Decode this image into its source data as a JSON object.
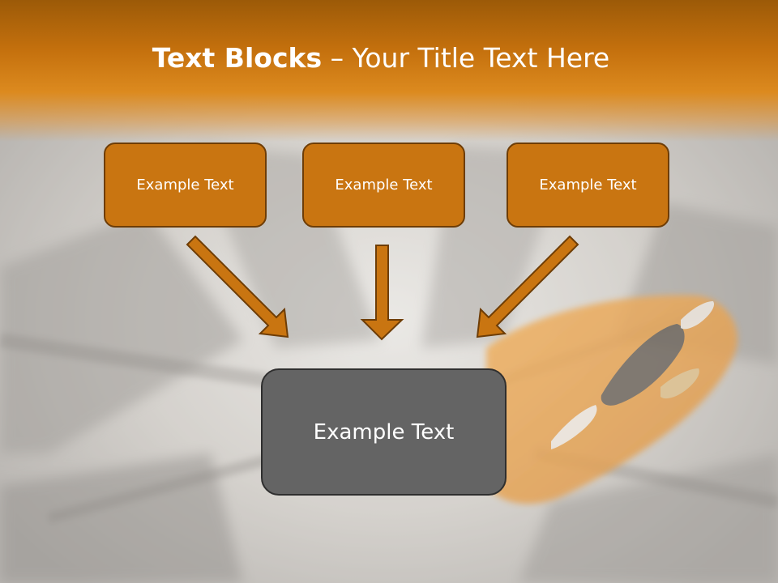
{
  "slide": {
    "title_bold": "Text Blocks",
    "title_dash": " – ",
    "title_rest": "Your Title Text Here",
    "top_boxes": [
      {
        "label": "Example Text"
      },
      {
        "label": "Example Text"
      },
      {
        "label": "Example Text"
      }
    ],
    "bottom_box": {
      "label": "Example Text"
    }
  },
  "colors": {
    "header": "#c4700d",
    "box_fill": "#c97511",
    "box_border": "#6e3d06",
    "bottom_box_fill": "#646464",
    "arrow_fill": "#c97511"
  },
  "icons": [
    "arrow-down-right-icon",
    "arrow-down-icon",
    "arrow-down-left-icon"
  ]
}
